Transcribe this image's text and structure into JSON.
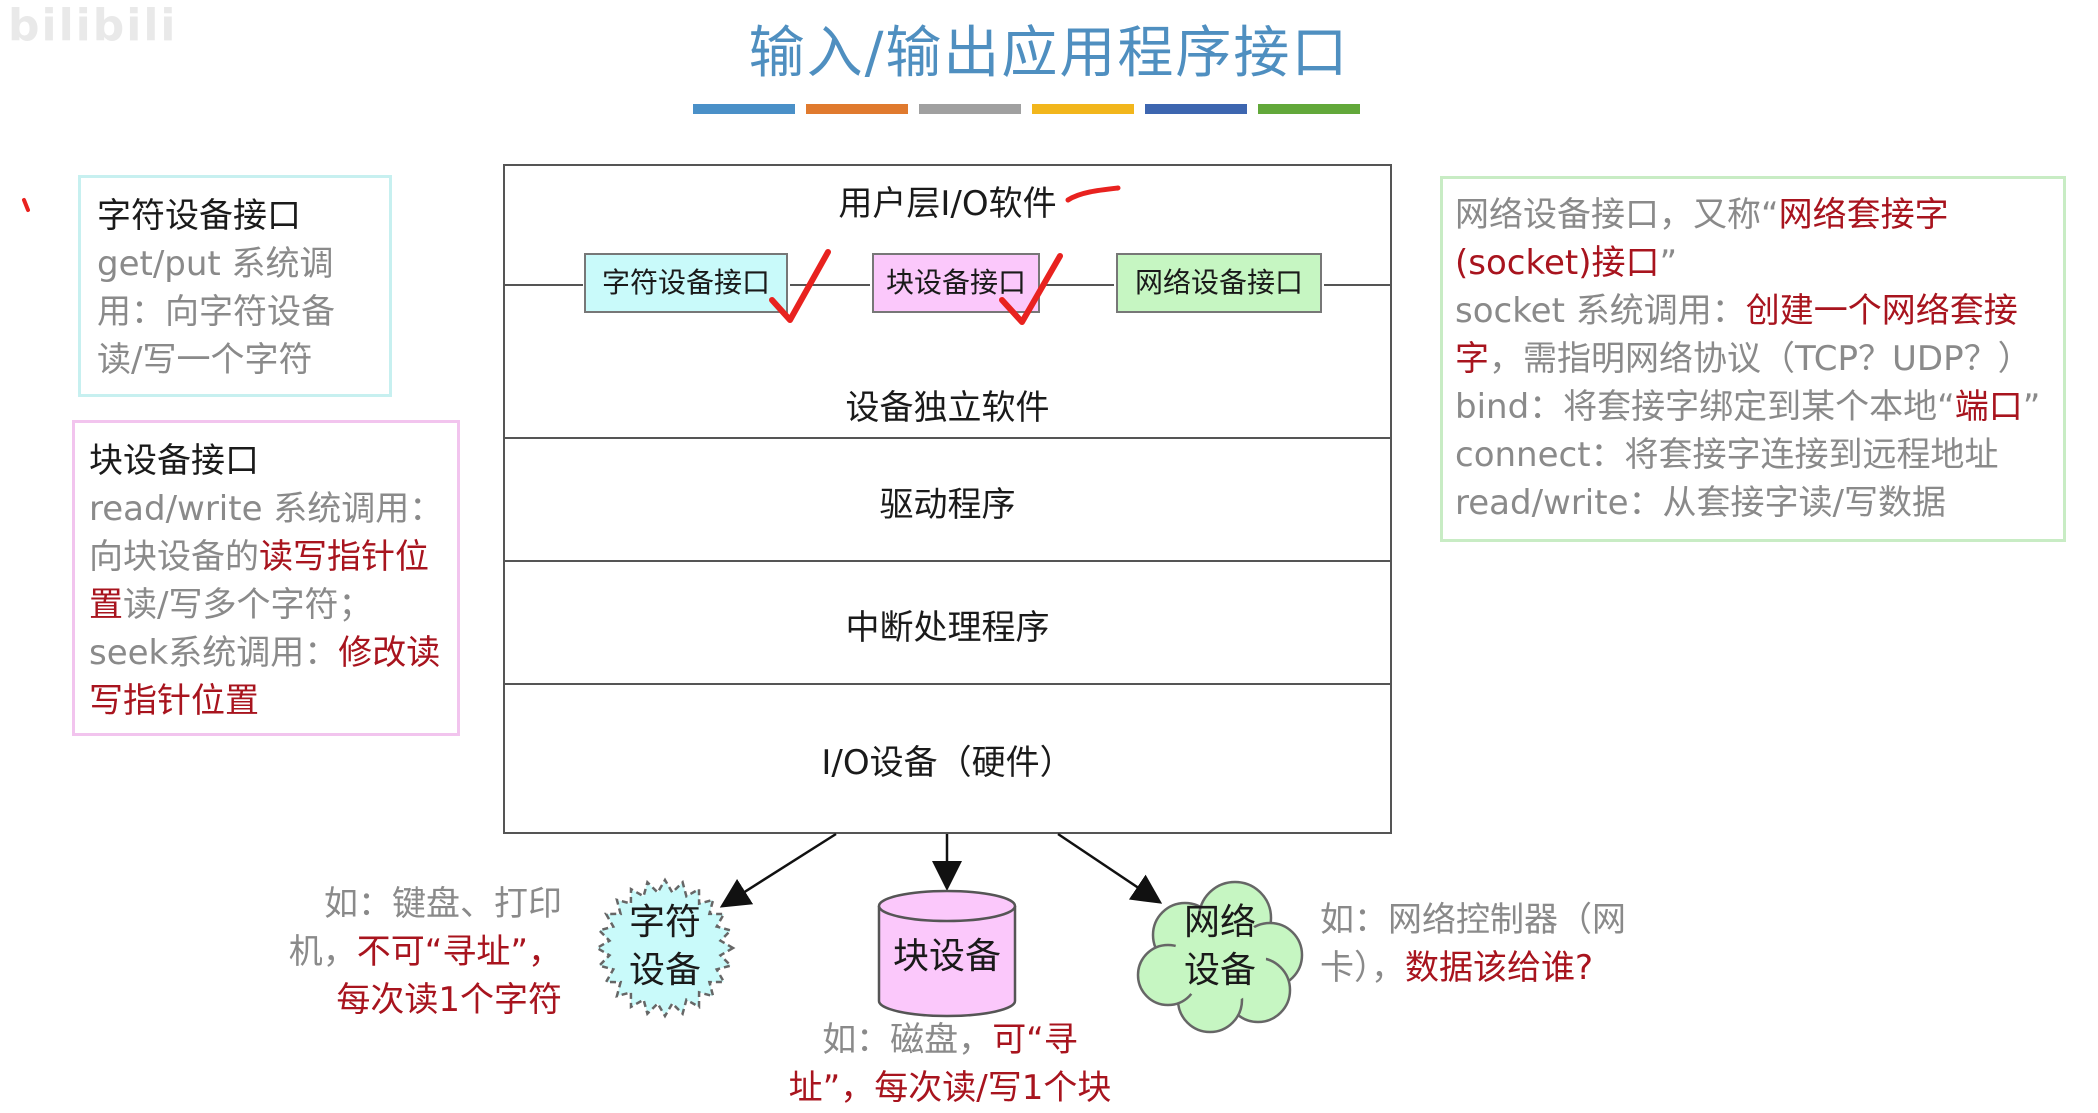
{
  "title": "输入/输出应用程序接口",
  "watermark": "bilibili",
  "color_bars": [
    "#4a90c8",
    "#e07a2e",
    "#a0a0a0",
    "#f2b61c",
    "#3d66b0",
    "#62a83a"
  ],
  "char_note": {
    "head": "字符设备接口",
    "line1": "get/put 系统调",
    "line2": "用：向字符设备",
    "line3": "读/写一个字符"
  },
  "block_note": {
    "head": "块设备接口",
    "line1": "read/write 系统调用：",
    "line2_a": "向块设备的",
    "line2_b": "读写指针位",
    "line3_a": "置",
    "line3_b": "读/写多个字符；",
    "line4_a": "seek系统调用：",
    "line4_b": "修改读",
    "line5": "写指针位置"
  },
  "net_note": {
    "l1_a": "网络设备接口，又称“",
    "l1_b": "网络套接字",
    "l2_a": "(socket)接口",
    "l2_b": "”",
    "l3_a": "socket 系统调用：",
    "l3_b": "创建一个网络套接",
    "l4_a": "字",
    "l4_b": "，需指明网络协议（TCP？UDP？）",
    "l5_a": "bind：将套接字绑定到某个本地“",
    "l5_b": "端口",
    "l5_c": "”",
    "l6": "connect：将套接字连接到远程地址",
    "l7": "read/write：从套接字读/写数据"
  },
  "layers": {
    "user_io": "用户层I/O软件",
    "interfaces": {
      "char": "字符设备接口",
      "block": "块设备接口",
      "net": "网络设备接口"
    },
    "device_independent": "设备独立软件",
    "driver": "驱动程序",
    "interrupt": "中断处理程序",
    "hardware": "I/O设备（硬件）"
  },
  "devices": {
    "char_l1": "字符",
    "char_l2": "设备",
    "block": "块设备",
    "net_l1": "网络",
    "net_l2": "设备"
  },
  "examples": {
    "char_l1": "如：键盘、打印",
    "char_l2_a": "机，",
    "char_l2_b": "不可“寻址”，",
    "char_l3": "每次读1个字符",
    "block_l1_a": "如：磁盘，",
    "block_l1_b": "可“寻",
    "block_l2": "址”，每次读/写1个块",
    "net_l1": "如：网络控制器（网",
    "net_l2_a": "卡），",
    "net_l2_b": "数据该给谁?"
  },
  "colors": {
    "title": "#4f8fc0",
    "highlight_red": "#a8141e",
    "char_box": "#c9fafa",
    "block_box": "#fbc8fb",
    "net_box": "#c6f6c2",
    "checkmark": "#e8221f"
  }
}
